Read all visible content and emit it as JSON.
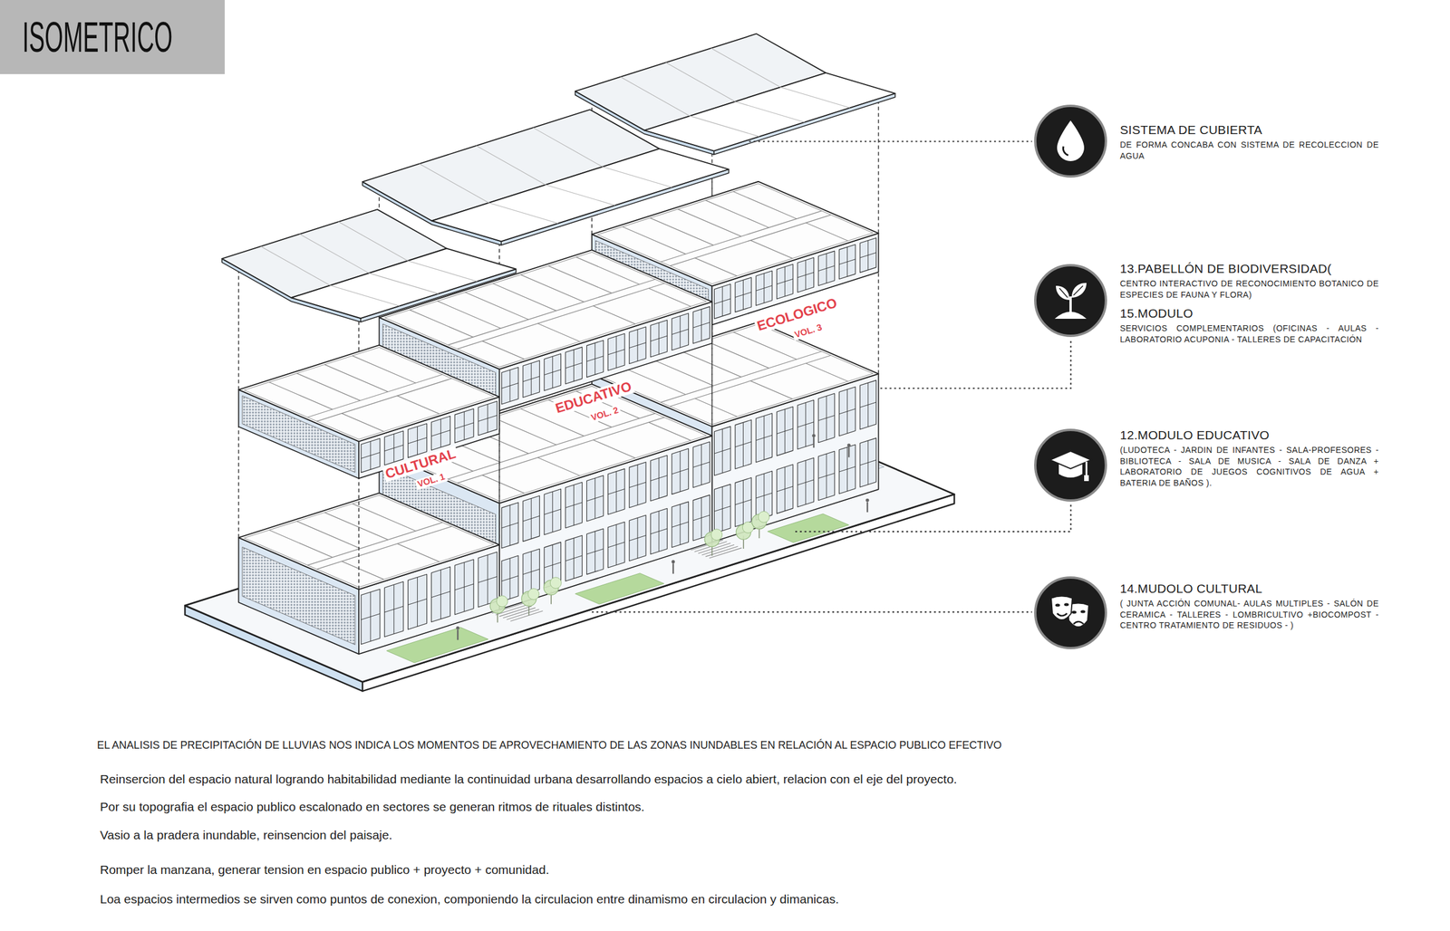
{
  "diagram": {
    "title": "ISOMETRICO",
    "nodes": [
      {
        "text": [
          "SISTEMA DE CUBIERTA",
          "DE FORMA CONCABA CON SISTEMA DE RECOLECCION DE AGUA"
        ]
      },
      {
        "text": [
          "13.PABELLÓN DE BIODIVERSIDAD(",
          "CENTRO INTERACTIVO DE RECONOCIMIENTO BOTANICO DE ESPECIES DE FAUNA Y FLORA)",
          "15.MODULO",
          "SERVICIOS COMPLEMENTARIOS (OFICINAS - AULAS - LABORATORIO ACUPONIA - TALLERES DE CAPACITACIÓN"
        ]
      },
      {
        "text": [
          "12.MODULO EDUCATIVO",
          "(LUDOTECA - JARDIN DE INFANTES - SALA-PROFESORES - BIBLIOTECA - SALA DE MUSICA - SALA DE DANZA + LABORATORIO DE JUEGOS COGNITIVOS DE AGUA + BATERIA DE BAÑOS )."
        ]
      },
      {
        "text": [
          "14.MUDOLO CULTURAL",
          "( JUNTA ACCIÓN COMUNAL- AULAS MULTIPLES - SALÓN DE CERAMICA - TALLERES - LOMBRICULTIVO +BIOCOMPOST - CENTRO TRATAMIENTO DE RESIDUOS - )"
        ]
      }
    ],
    "labels": [
      "ECOLOGICO",
      "VOL. 3",
      "EDUCATIVO",
      "VOL. 2",
      "CULTURAL",
      "VOL. 1",
      "EL ANALISIS DE PRECIPITACIÓN DE LLUVIAS NOS INDICA LOS MOMENTOS DE APROVECHAMIENTO DE LAS ZONAS INUNDABLES EN RELACIÓN AL ESPACIO PUBLICO EFECTIVO",
      "Reinsercion del espacio natural logrando habitabilidad mediante la continuidad urbana desarrollando espacios a cielo abiert, relacion con el eje del proyecto.",
      "Por su topografia el espacio publico escalonado en sectores se generan ritmos de rituales distintos.",
      "Vasio a la pradera inundable, reinsencion del paisaje.",
      "Romper la manzana, generar tension en espacio publico + proyecto + comunidad.",
      "Loa espacios intermedios se sirven como puntos de conexion, componiendo la circulacion entre dinamismo en circulacion y dimanicas."
    ]
  }
}
